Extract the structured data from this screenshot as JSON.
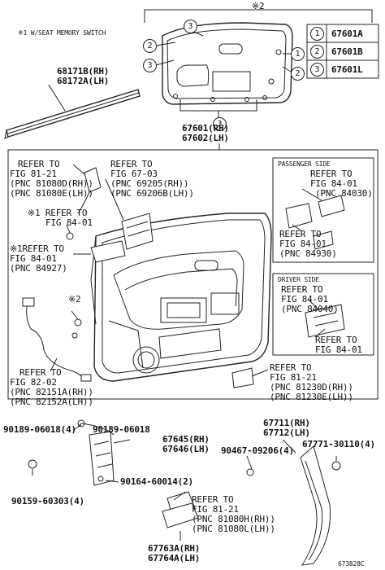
{
  "top_note": "※1 W/SEAT MEMORY SWITCH",
  "top_marker": "※2",
  "legend": [
    {
      "num": "1",
      "part": "67601A"
    },
    {
      "num": "2",
      "part": "67601B"
    },
    {
      "num": "3",
      "part": "67601L"
    }
  ],
  "callouts": {
    "c2": "2",
    "c3a": "3",
    "c3b": "3",
    "c1": "1",
    "c2r": "2",
    "c3r": "3"
  },
  "parts": {
    "p68171": [
      "68171B(RH)",
      "68172A(LH)"
    ],
    "p67601": [
      "67601(RH)",
      "67602(LH)"
    ],
    "ref_81_21_a": [
      "REFER TO",
      "FIG 81-21",
      "(PNC 81080D(RH))",
      "(PNC 81080E(LH))"
    ],
    "ref_67_03": [
      "REFER TO",
      "FIG 67-03",
      "(PNC 69205(RH))",
      "(PNC 69206B(LH))"
    ],
    "ref_84_01_a": [
      "※1 REFER TO",
      "FIG 84-01"
    ],
    "ref_84_01_b": [
      "※1REFER TO",
      "FIG 84-01",
      "(PNC 84927)"
    ],
    "marker2": "※2",
    "passenger_side": "PASSENGER SIDE",
    "ref_84_01_c": [
      "REFER TO",
      "FIG 84-01",
      "(PNC 84030)"
    ],
    "ref_84_01_d": [
      "REFER TO",
      "FIG 84-01",
      "(PNC 84930)"
    ],
    "driver_side": "DRIVER SIDE",
    "ref_84_01_e": [
      "REFER TO",
      "FIG 84-01",
      "(PNC 84040)"
    ],
    "ref_84_01_f": [
      "REFER TO",
      "FIG 84-01"
    ],
    "ref_82_02": [
      "REFER TO",
      "FIG 82-02",
      "(PNC 82151A(RH))",
      "(PNC 82152A(LH))"
    ],
    "ref_81_21_b": [
      "REFER TO",
      "FIG 81-21",
      "(PNC 81230D(RH))",
      "(PNC 81230E(LH))"
    ],
    "p90189a": "90189-06018(4)",
    "p90189b": "90189-06018",
    "p67645": [
      "67645(RH)",
      "67646(LH)"
    ],
    "p90164": "90164-60014(2)",
    "p90159": "90159-60303(4)",
    "ref_81_21_c": [
      "REFER TO",
      "FIG 81-21",
      "(PNC 81080H(RH))",
      "(PNC 81080L(LH))"
    ],
    "p67763": [
      "67763A(RH)",
      "67764A(LH)"
    ],
    "p67711": [
      "67711(RH)",
      "67712(LH)"
    ],
    "p90467": "90467-09206(4)",
    "p67771": "67771-30110(4)",
    "fig_code": "673828C"
  }
}
